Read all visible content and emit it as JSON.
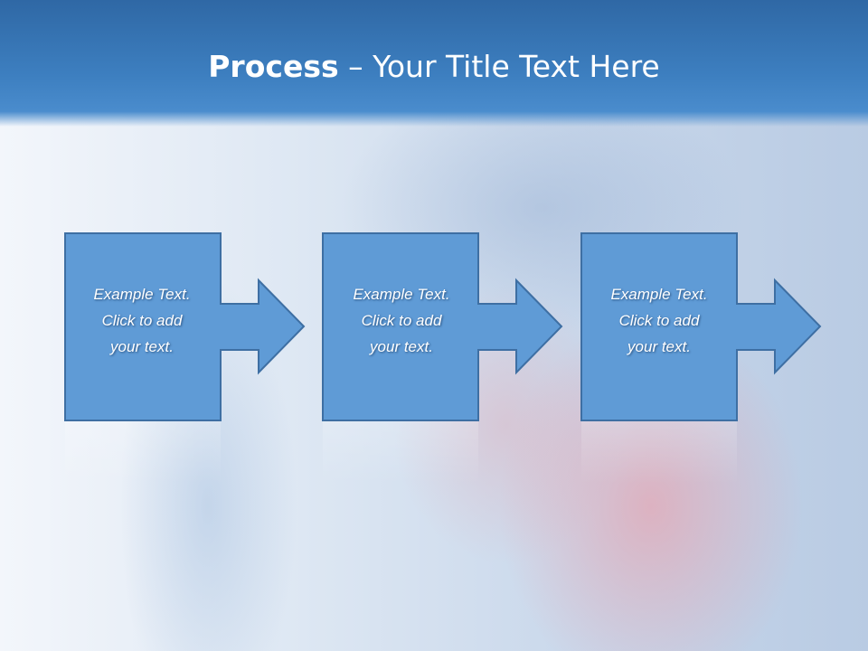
{
  "slide": {
    "title_bold": "Process",
    "title_rest": " – Your Title Text Here"
  },
  "steps": [
    {
      "line1": "Example Text.",
      "line2": "Click  to add",
      "line3": "your text."
    },
    {
      "line1": "Example Text.",
      "line2": "Click  to add",
      "line3": "your text."
    },
    {
      "line1": "Example Text.",
      "line2": "Click  to add",
      "line3": "your text."
    }
  ],
  "colors": {
    "shape_fill": "#5f9bd6",
    "shape_stroke": "#3e6fa3",
    "title_bar": "#3d7fc0"
  }
}
